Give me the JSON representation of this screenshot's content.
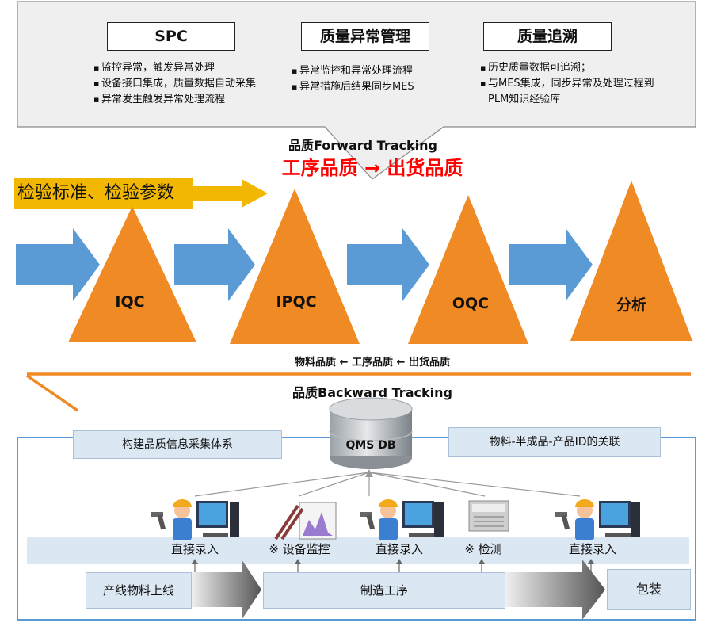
{
  "top_panel": {
    "columns": [
      {
        "title": "SPC",
        "bullets": [
          "监控异常，触发异常处理",
          "设备接口集成，质量数据自动采集",
          "异常发生触发异常处理流程"
        ]
      },
      {
        "title": "质量异常管理",
        "bullets": [
          "异常监控和异常处理流程",
          "异常措施后结果同步MES"
        ]
      },
      {
        "title": "质量追溯",
        "bullets": [
          "历史质量数据可追溯；",
          "与MES集成，同步异常及处理过程到PLM知识经验库"
        ]
      }
    ]
  },
  "forward": {
    "title": "品质Forward Tracking",
    "subtitle": "工序品质 → 出货品质",
    "inspection_banner": "检验标准、检验参数"
  },
  "stages": [
    "IQC",
    "IPQC",
    "OQC",
    "分析"
  ],
  "backward": {
    "chain": "物料品质 ← 工序品质 ← 出货品质",
    "title": "品质Backward Tracking"
  },
  "bottom": {
    "db_label": "QMS DB",
    "left_box": "构建品质信息采集体系",
    "right_box": "物料-半成品-产品ID的关联",
    "sources": [
      "直接录入",
      "※ 设备监控",
      "直接录入",
      "※ 检测",
      "直接录入"
    ],
    "process": {
      "start": "产线物料上线",
      "middle": "制造工序",
      "end": "包装"
    }
  },
  "colors": {
    "orange": "#f08a24",
    "blue_arrow": "#5b9bd5",
    "yellow_banner": "#f2b700",
    "red_text": "#ff0000",
    "callout_fill": "#efefef"
  }
}
